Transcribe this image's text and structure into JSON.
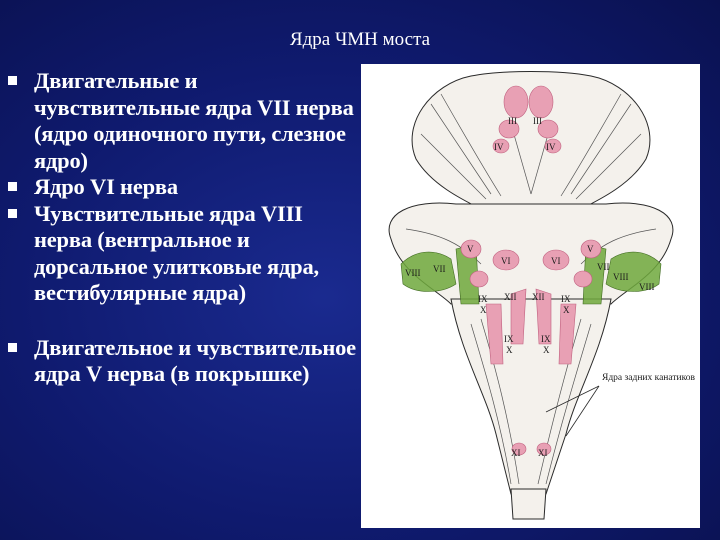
{
  "slide": {
    "title": "Ядра ЧМН моста",
    "bullets": [
      "Двигательные и чувствительные ядра VII нерва (ядро одиночного пути, слезное ядро)",
      "Ядро VI нерва",
      "Чувствительные ядра VIII нерва (вентральное и дорсальное улитковые ядра, вестибулярные ядра)",
      "Двигательное  и чувствительное ядра V нерва (в покрышке)"
    ]
  },
  "figure": {
    "nerve_labels": {
      "iii_l": "III",
      "iii_r": "III",
      "iv_l": "IV",
      "iv_r": "IV",
      "v_l": "V",
      "v_r": "V",
      "vi_l": "VI",
      "vi_r": "VI",
      "vii_l": "VII",
      "vii_r": "VII",
      "viii_l": "VIII",
      "viii_r": "VIII",
      "viii_rr": "VIII",
      "ix_l": "IX",
      "x_l": "X",
      "ix_r": "IX",
      "x_r": "X",
      "xii_l": "XII",
      "xii_r": "XII",
      "ix_l2": "IX",
      "x_l2": "X",
      "ix_r2": "IX",
      "x_r2": "X",
      "xi_l": "XI",
      "xi_r": "XI"
    },
    "annotation": "Ядра задних канатиков",
    "colors": {
      "nucleus": "#e8a0b4",
      "nucleus_dark": "#d9607f",
      "vestibular": "#6fa83c",
      "line": "#2a2a2a"
    }
  }
}
